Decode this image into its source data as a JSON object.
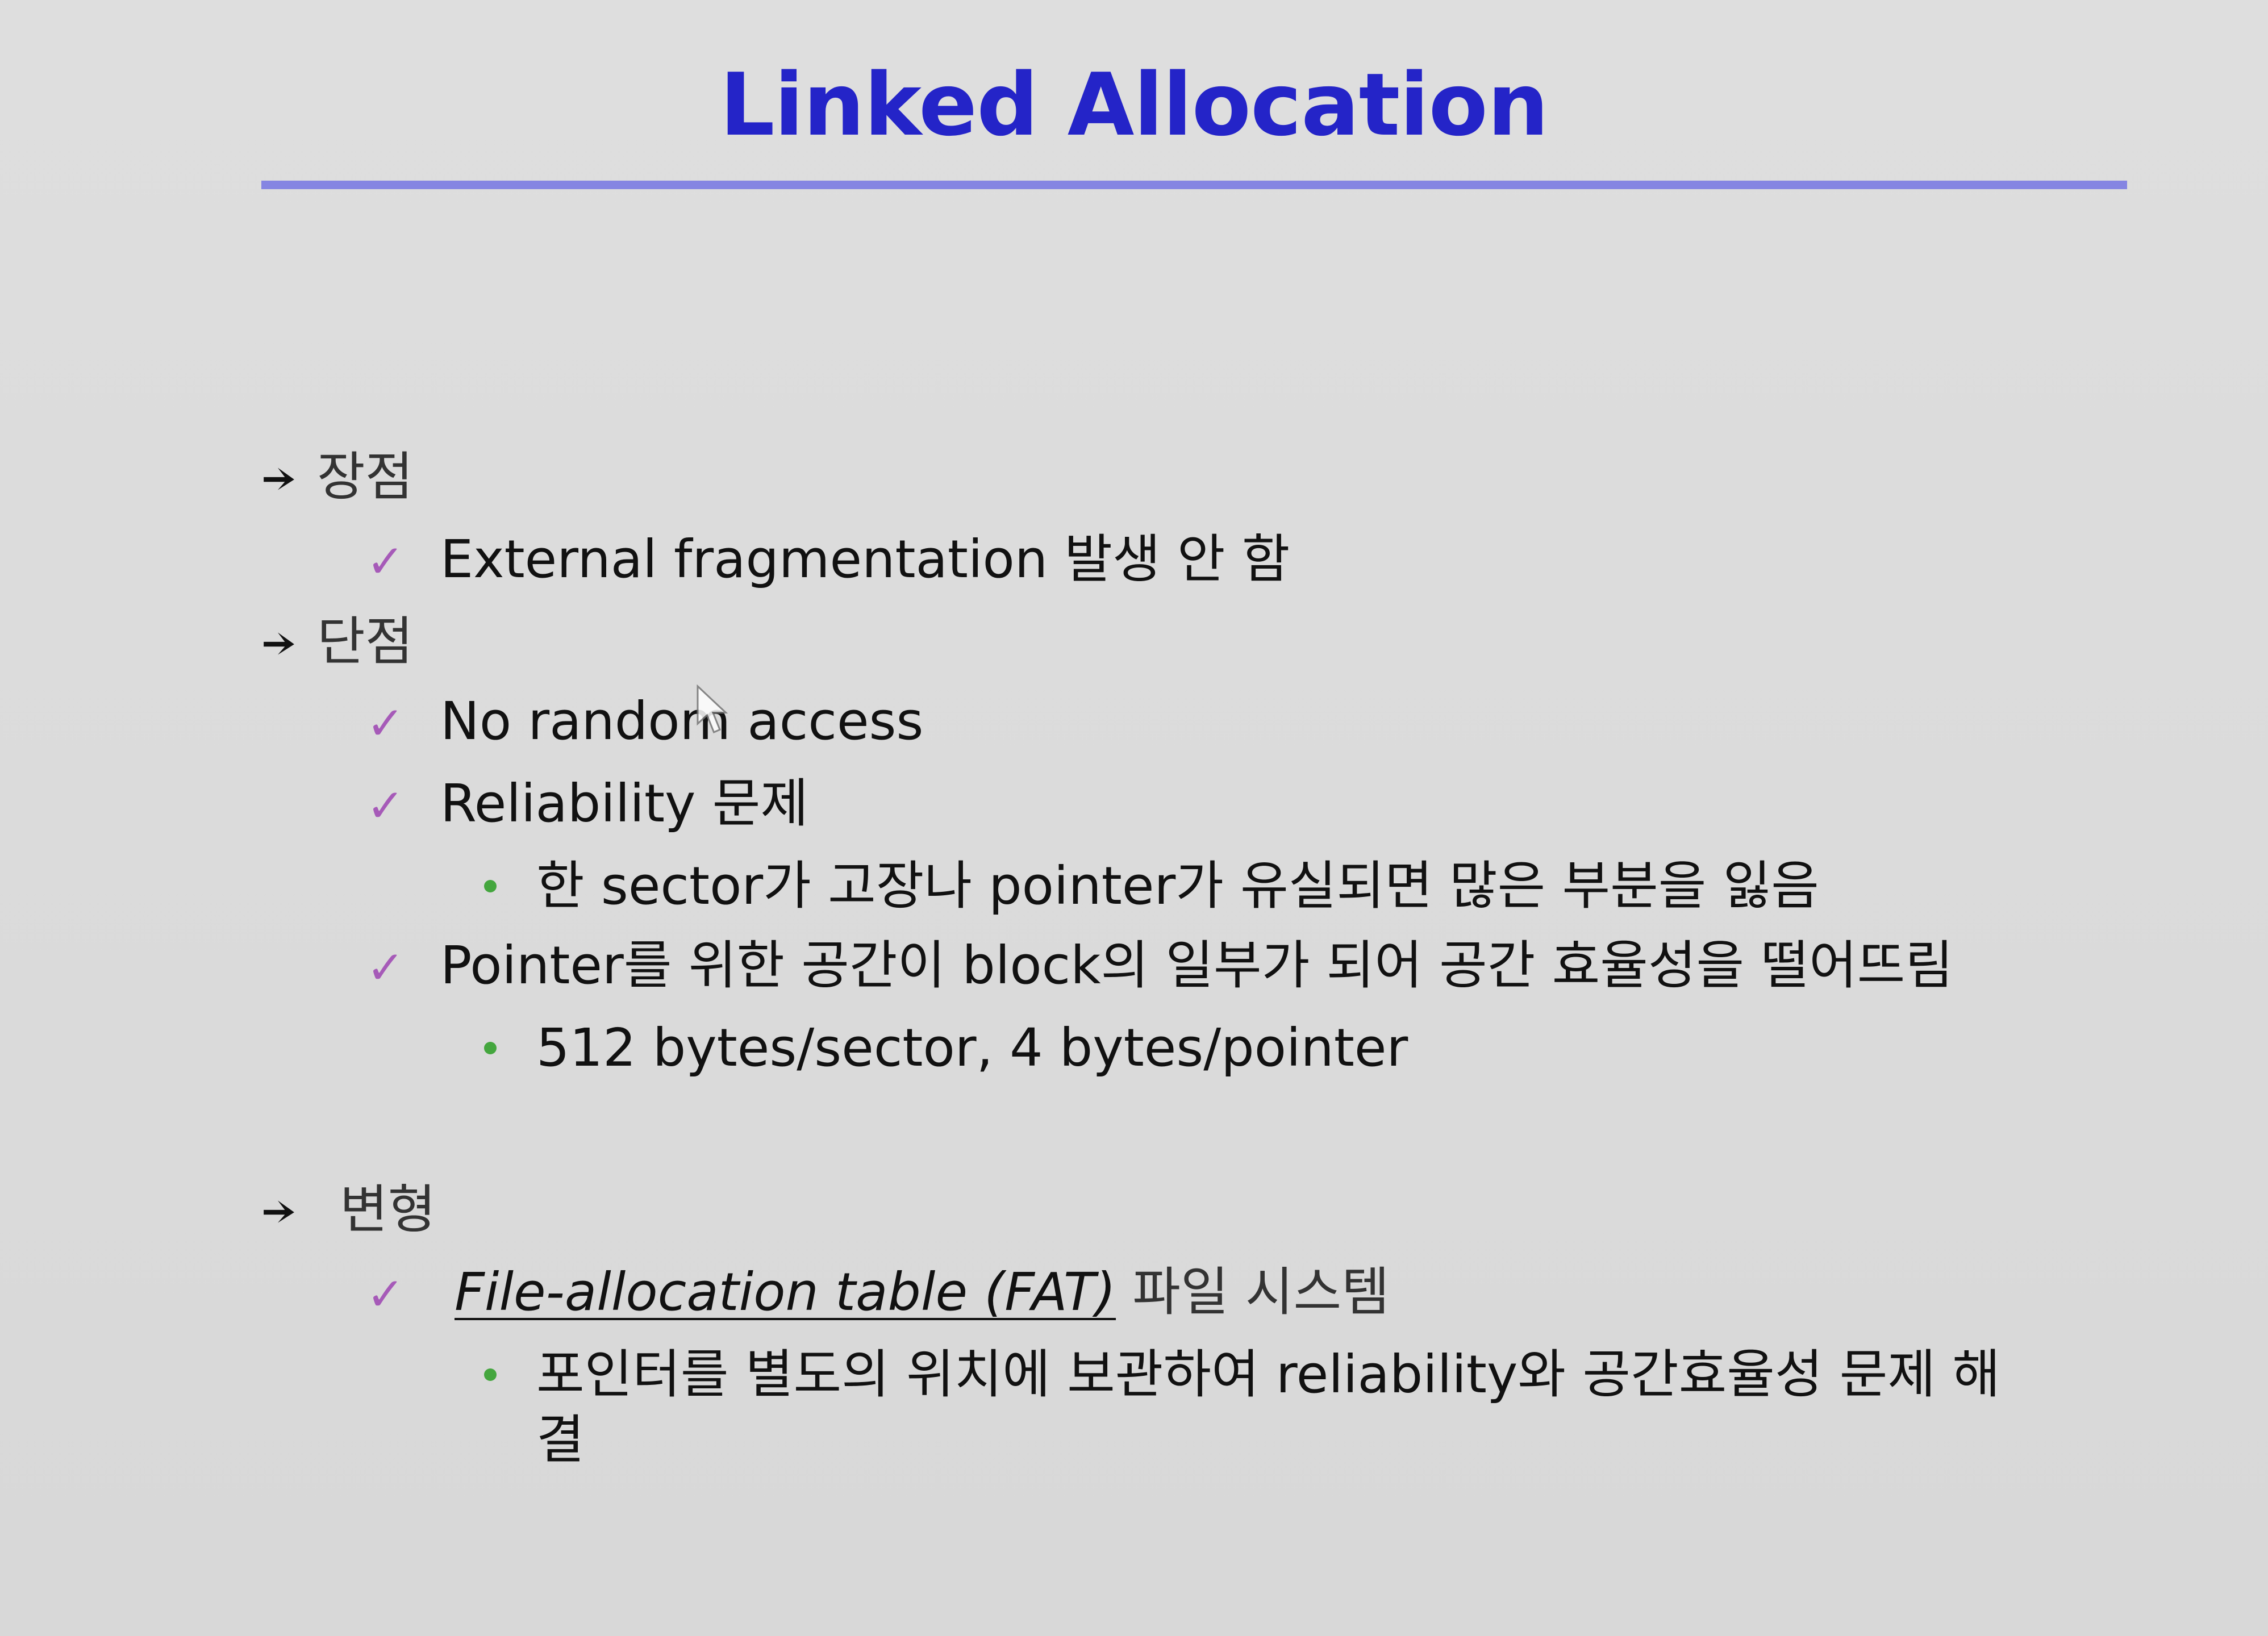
{
  "title": "Linked Allocation",
  "colors": {
    "title": "#2424c8",
    "rule": "#8585e2",
    "check": "#a65ab8",
    "dot": "#44a63e",
    "background": "#dcdcdc"
  },
  "icons": {
    "level1": "arrow-bullet-icon",
    "level2": "check-mark-icon",
    "level3": "dot-bullet-icon",
    "pointer": "mouse-cursor-icon"
  },
  "sections": {
    "pros": {
      "heading": "장점",
      "item1": "External fragmentation 발생 안 함"
    },
    "cons": {
      "heading": "단점",
      "item1": "No random access",
      "item2": "Reliability 문제",
      "item2_sub1": "한 sector가 고장나  pointer가 유실되면 많은 부분을 잃음",
      "item3": "Pointer를 위한 공간이 block의 일부가 되어 공간 효율성을 떨어뜨림",
      "item3_sub1": "512 bytes/sector, 4 bytes/pointer"
    },
    "variant": {
      "heading": "변형",
      "item1_emph": "File-allocation table (FAT)",
      "item1_rest": " 파일 시스템",
      "item1_sub1_line1": "포인터를 별도의 위치에 보관하여 reliability와 공간효율성 문제 해",
      "item1_sub1_line2": "결"
    }
  },
  "check_glyph": "✓"
}
